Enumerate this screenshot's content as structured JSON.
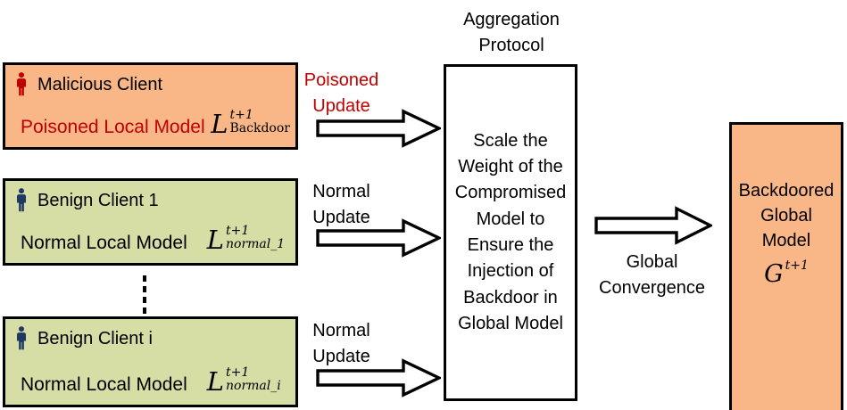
{
  "colors": {
    "malicious_box_bg": "#F9B687",
    "benign_box_bg": "#D6DDA5",
    "global_box_bg": "#F9B687",
    "poisoned_text": "#C00000",
    "malicious_icon": "#C00000",
    "benign_icon": "#1F3864"
  },
  "clients": {
    "malicious": {
      "name": "Malicious Client",
      "model_label": "Poisoned Local Model",
      "math": {
        "base": "L",
        "sup": "t+1",
        "sub": "Backdoor"
      }
    },
    "benign1": {
      "name": "Benign Client 1",
      "model_label": "Normal Local Model",
      "math": {
        "base": "L",
        "sup": "t+1",
        "sub": "normal_1"
      }
    },
    "benigni": {
      "name": "Benign Client i",
      "model_label": "Normal Local Model",
      "math": {
        "base": "L",
        "sup": "t+1",
        "sub": "normal_i"
      }
    }
  },
  "updates": {
    "poisoned": {
      "lines": [
        "Poisoned",
        "Update"
      ]
    },
    "normal1": {
      "lines": [
        "Normal",
        "Update"
      ]
    },
    "normali": {
      "lines": [
        "Normal",
        "Update"
      ]
    }
  },
  "aggregation": {
    "title_lines": [
      "Aggregation",
      "Protocol"
    ],
    "body_lines": [
      "Scale the",
      "Weight of the",
      "Compromised",
      "Model to",
      "Ensure the",
      "Injection of",
      "Backdoor in",
      "Global Model"
    ]
  },
  "convergence": {
    "lines": [
      "Global",
      "Convergence"
    ]
  },
  "global_model": {
    "label_lines": [
      "Backdoored",
      "Global",
      "Model"
    ],
    "math": {
      "base": "G",
      "sup": "t+1"
    }
  }
}
